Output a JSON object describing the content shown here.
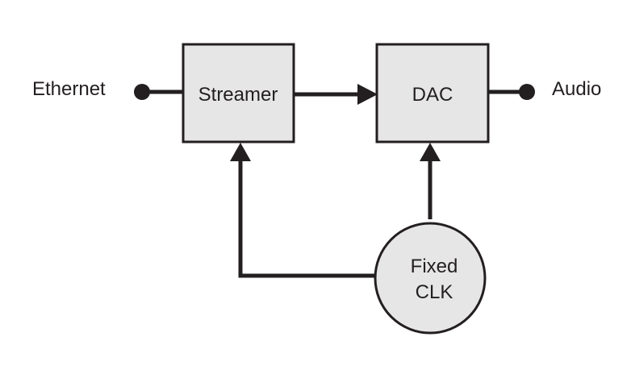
{
  "diagram": {
    "type": "block-diagram",
    "nodes": [
      {
        "id": "ethernet",
        "label": "Ethernet",
        "kind": "terminal"
      },
      {
        "id": "streamer",
        "label": "Streamer",
        "kind": "block"
      },
      {
        "id": "dac",
        "label": "DAC",
        "kind": "block"
      },
      {
        "id": "audio",
        "label": "Audio",
        "kind": "terminal"
      },
      {
        "id": "clk",
        "label_lines": [
          "Fixed",
          "CLK"
        ],
        "kind": "circle"
      }
    ],
    "edges": [
      {
        "from": "ethernet",
        "to": "streamer",
        "arrow": false
      },
      {
        "from": "streamer",
        "to": "dac",
        "arrow": true
      },
      {
        "from": "dac",
        "to": "audio",
        "arrow": false
      },
      {
        "from": "clk",
        "to": "streamer",
        "arrow": true
      },
      {
        "from": "clk",
        "to": "dac",
        "arrow": true
      }
    ],
    "colors": {
      "line": "#231f20",
      "fill": "#e6e6e7",
      "background": "#ffffff"
    }
  }
}
